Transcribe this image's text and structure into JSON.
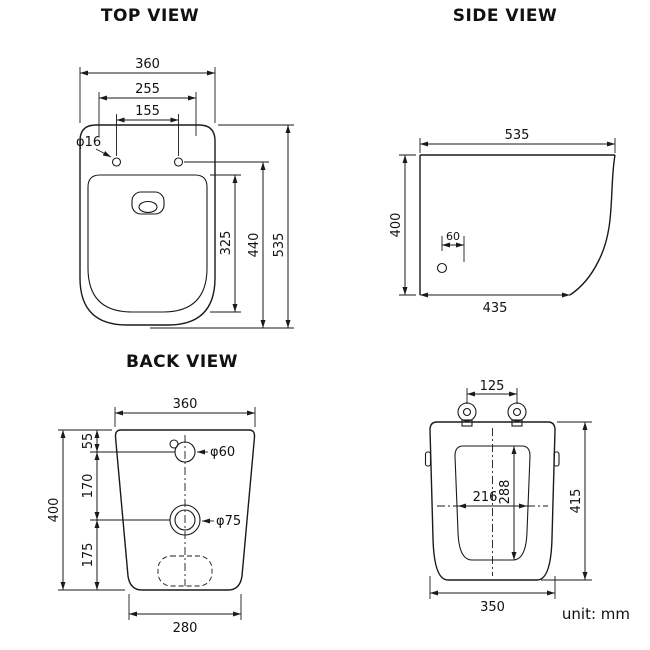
{
  "page": {
    "background": "#ffffff",
    "line_color": "#1a1a1a",
    "unit_label": "unit: mm"
  },
  "views": {
    "top": {
      "title": "TOP VIEW",
      "dims": {
        "overall_width": "360",
        "seat_width": "255",
        "hinge_hole_span": "155",
        "hole_diameter": "φ16",
        "bowl_depth": "325",
        "hinge_to_front": "440",
        "overall_depth": "535"
      }
    },
    "side": {
      "title": "SIDE VIEW",
      "dims": {
        "overall_depth": "535",
        "height": "400",
        "outlet_offset": "60",
        "base_depth": "435"
      }
    },
    "back": {
      "title": "BACK VIEW",
      "dims": {
        "overall_width": "360",
        "top_to_inlet": "55",
        "inlet_to_outlet": "170",
        "outlet_to_floor": "175",
        "height": "400",
        "inlet_diameter": "φ60",
        "outlet_diameter": "φ75",
        "base_width": "280"
      }
    },
    "seat": {
      "dims": {
        "hinge_span": "125",
        "opening_depth": "288",
        "opening_width": "216",
        "overall_depth": "415",
        "overall_width": "350"
      }
    }
  }
}
